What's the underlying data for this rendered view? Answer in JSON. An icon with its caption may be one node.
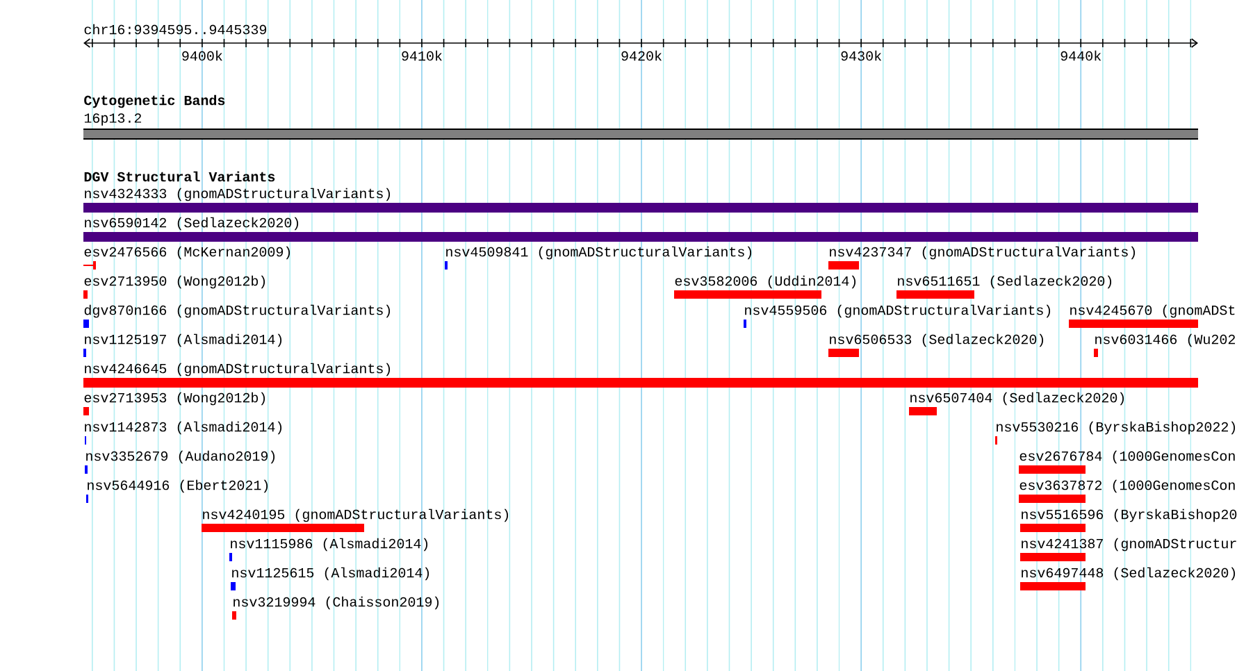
{
  "diagram": {
    "nodes": [
      {
        "text": [
          "16p13.2"
        ]
      },
      {
        "text": [
          "nsv4324333 (gnomADStructuralVariants)"
        ]
      },
      {
        "text": [
          "nsv6590142 (Sedlazeck2020)"
        ]
      },
      {
        "text": [
          "esv2476566 (McKernan2009)"
        ]
      },
      {
        "text": [
          "nsv4509841 (gnomADStructuralVariants)"
        ]
      },
      {
        "text": [
          "nsv4237347 (gnomADStructuralVariants)"
        ]
      },
      {
        "text": [
          "esv2713950 (Wong2012b)"
        ]
      },
      {
        "text": [
          "esv3582006 (Uddin2014)"
        ]
      },
      {
        "text": [
          "nsv6511651 (Sedlazeck2020)"
        ]
      },
      {
        "text": [
          "dgv870n166 (gnomADStructuralVariants)"
        ]
      },
      {
        "text": [
          "nsv4559506 (gnomADStructuralVariants)"
        ]
      },
      {
        "text": [
          "nsv4245670 (gnomADSt"
        ]
      },
      {
        "text": [
          "nsv1125197 (Alsmadi2014)"
        ]
      },
      {
        "text": [
          "nsv6506533 (Sedlazeck2020)"
        ]
      },
      {
        "text": [
          "nsv6031466 (Wu202"
        ]
      },
      {
        "text": [
          "nsv4246645 (gnomADStructuralVariants)"
        ]
      },
      {
        "text": [
          "esv2713953 (Wong2012b)"
        ]
      },
      {
        "text": [
          "nsv6507404 (Sedlazeck2020)"
        ]
      },
      {
        "text": [
          "nsv1142873 (Alsmadi2014)"
        ]
      },
      {
        "text": [
          "nsv5530216 (ByrskaBishop2022)"
        ]
      },
      {
        "text": [
          "nsv3352679 (Audano2019)"
        ]
      },
      {
        "text": [
          "esv2676784 (1000GenomesCon"
        ]
      },
      {
        "text": [
          "nsv5644916 (Ebert2021)"
        ]
      },
      {
        "text": [
          "esv3637872 (1000GenomesCon"
        ]
      },
      {
        "text": [
          "nsv4240195 (gnomADStructuralVariants)"
        ]
      },
      {
        "text": [
          "nsv5516596 (ByrskaBishop20"
        ]
      },
      {
        "text": [
          "nsv1115986 (Alsmadi2014)"
        ]
      },
      {
        "text": [
          "nsv4241387 (gnomADStructur"
        ]
      },
      {
        "text": [
          "nsv1125615 (Alsmadi2014)"
        ]
      },
      {
        "text": [
          "nsv6497448 (Sedlazeck2020)"
        ]
      },
      {
        "text": [
          "nsv3219994 (Chaisson2019)"
        ]
      }
    ],
    "labels": [
      "chr16:9394595..9445339",
      "9400k",
      "9410k",
      "9420k",
      "9430k",
      "9440k",
      "Cytogenetic Bands",
      "DGV Structural Variants"
    ]
  }
}
